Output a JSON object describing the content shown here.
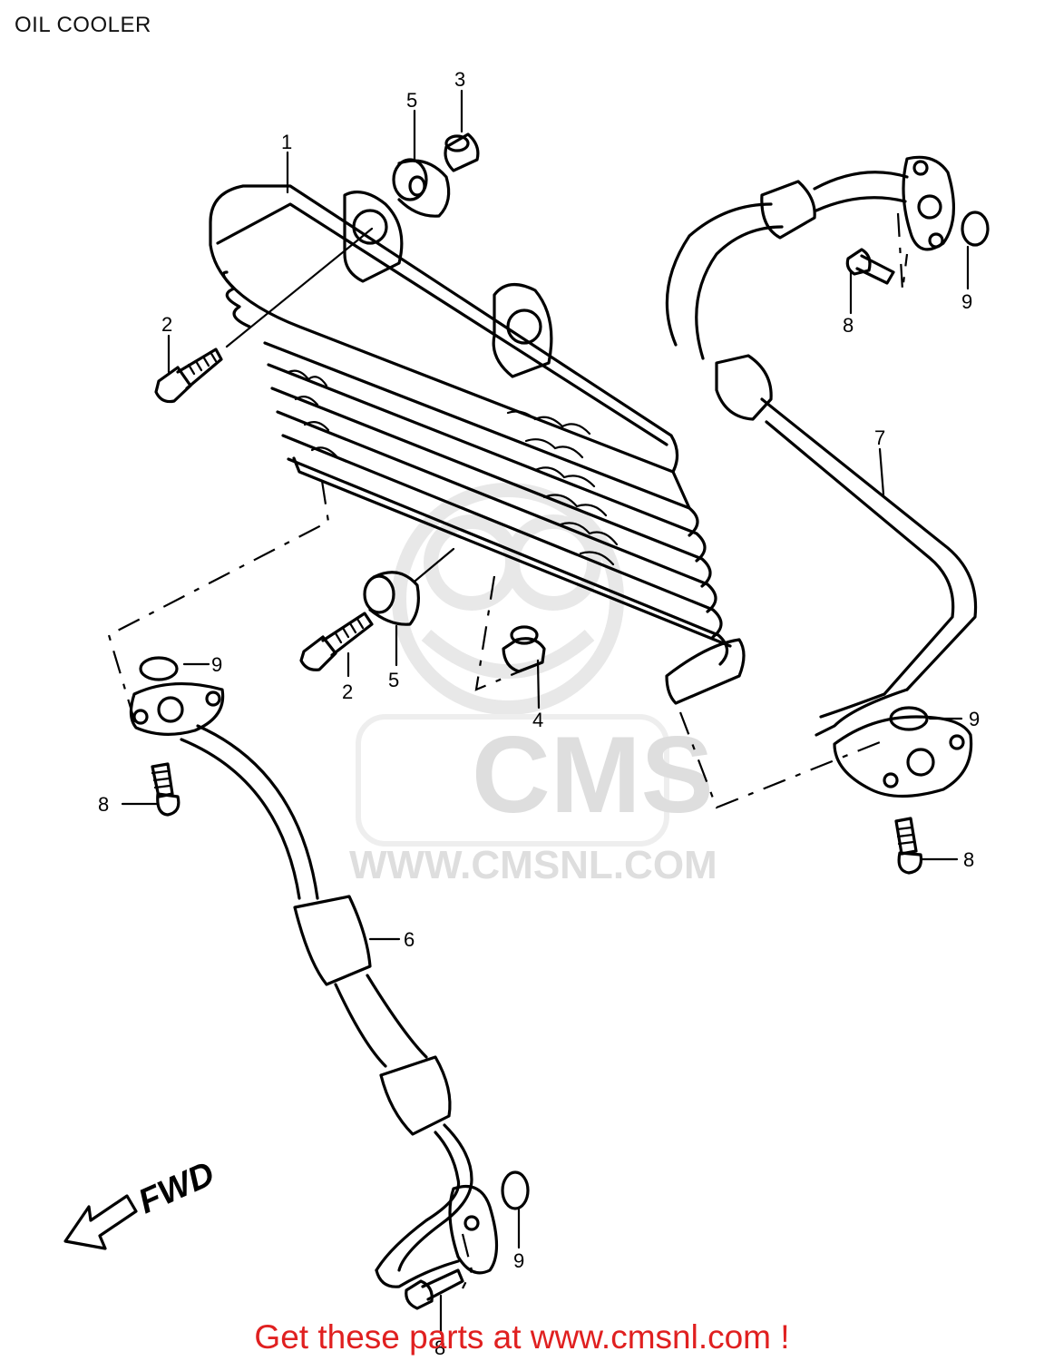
{
  "title": "OIL COOLER",
  "watermark": {
    "logo_text": "CMS",
    "url_text": "WWW.CMSNL.COM"
  },
  "direction_label": "FWD",
  "callouts": {
    "c1": "1",
    "c2a": "2",
    "c2b": "2",
    "c3": "3",
    "c4": "4",
    "c5a": "5",
    "c5b": "5",
    "c6": "6",
    "c7": "7",
    "c8a": "8",
    "c8b": "8",
    "c8c": "8",
    "c8d": "8",
    "c9a": "9",
    "c9b": "9",
    "c9c": "9",
    "c9d": "9"
  },
  "promo_text": "Get these parts at www.cmsnl.com !",
  "colors": {
    "line": "#000000",
    "watermark": "#dedede",
    "promo": "#e02020"
  }
}
